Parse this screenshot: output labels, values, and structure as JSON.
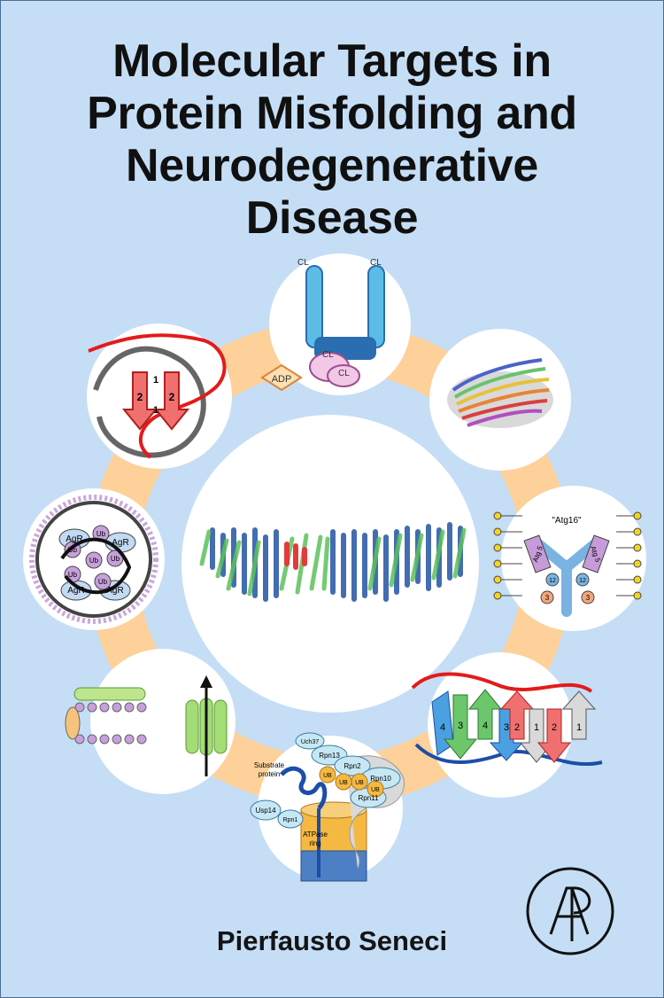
{
  "cover": {
    "title_lines": [
      "Molecular Targets in",
      "Protein Misfolding and",
      "Neurodegenerative",
      "Disease"
    ],
    "author": "Pierfausto Seneci",
    "publisher_logo_letters": "AP"
  },
  "labels": {
    "cl_top_left": "CL",
    "cl_top_right": "CL",
    "cl_mid": "CL",
    "cl_low": "CL",
    "adp": "ADP",
    "strand_1a": "1",
    "strand_2a": "2",
    "strand_1b": "1",
    "strand_2b": "2",
    "ub_1": "Ub",
    "ub_2": "Ub",
    "ub_3": "Ub",
    "ub_4": "Ub",
    "ub_5": "Ub",
    "ub_6": "Ub",
    "agr_1": "AgR",
    "agr_2": "AgR",
    "agr_3": "AgR",
    "agr_4": "AgR",
    "atg16": "\"Atg16\"",
    "atg5_left": "Atg 5",
    "atg5_right": "Atg 5",
    "num_12_left": "12",
    "num_12_right": "12",
    "num_3_left": "3",
    "num_3_right": "3",
    "arrow_4a": "4",
    "arrow_3a": "3",
    "arrow_4b": "4",
    "arrow_3b": "3",
    "arrow_2a": "2",
    "arrow_1a": "1",
    "arrow_2b": "2",
    "arrow_1b": "1",
    "uch37": "Uch37",
    "rpn13": "Rpn13",
    "rpn2": "Rpn2",
    "rpn10": "Rpn10",
    "rpn11": "Rpn11",
    "rpn1": "Rpn1",
    "usp14": "Usp14",
    "substrate_line1": "Substrate",
    "substrate_line2": "protein",
    "ub_a": "UB",
    "ub_b": "UB",
    "ub_c": "UB",
    "ub_d": "UB",
    "atpase_line1": "ATPase",
    "atpase_line2": "ring"
  },
  "colors": {
    "background": "#c5def6",
    "ring": "#fdd199",
    "circle_fill": "#ffffff",
    "title_text": "#101010"
  }
}
